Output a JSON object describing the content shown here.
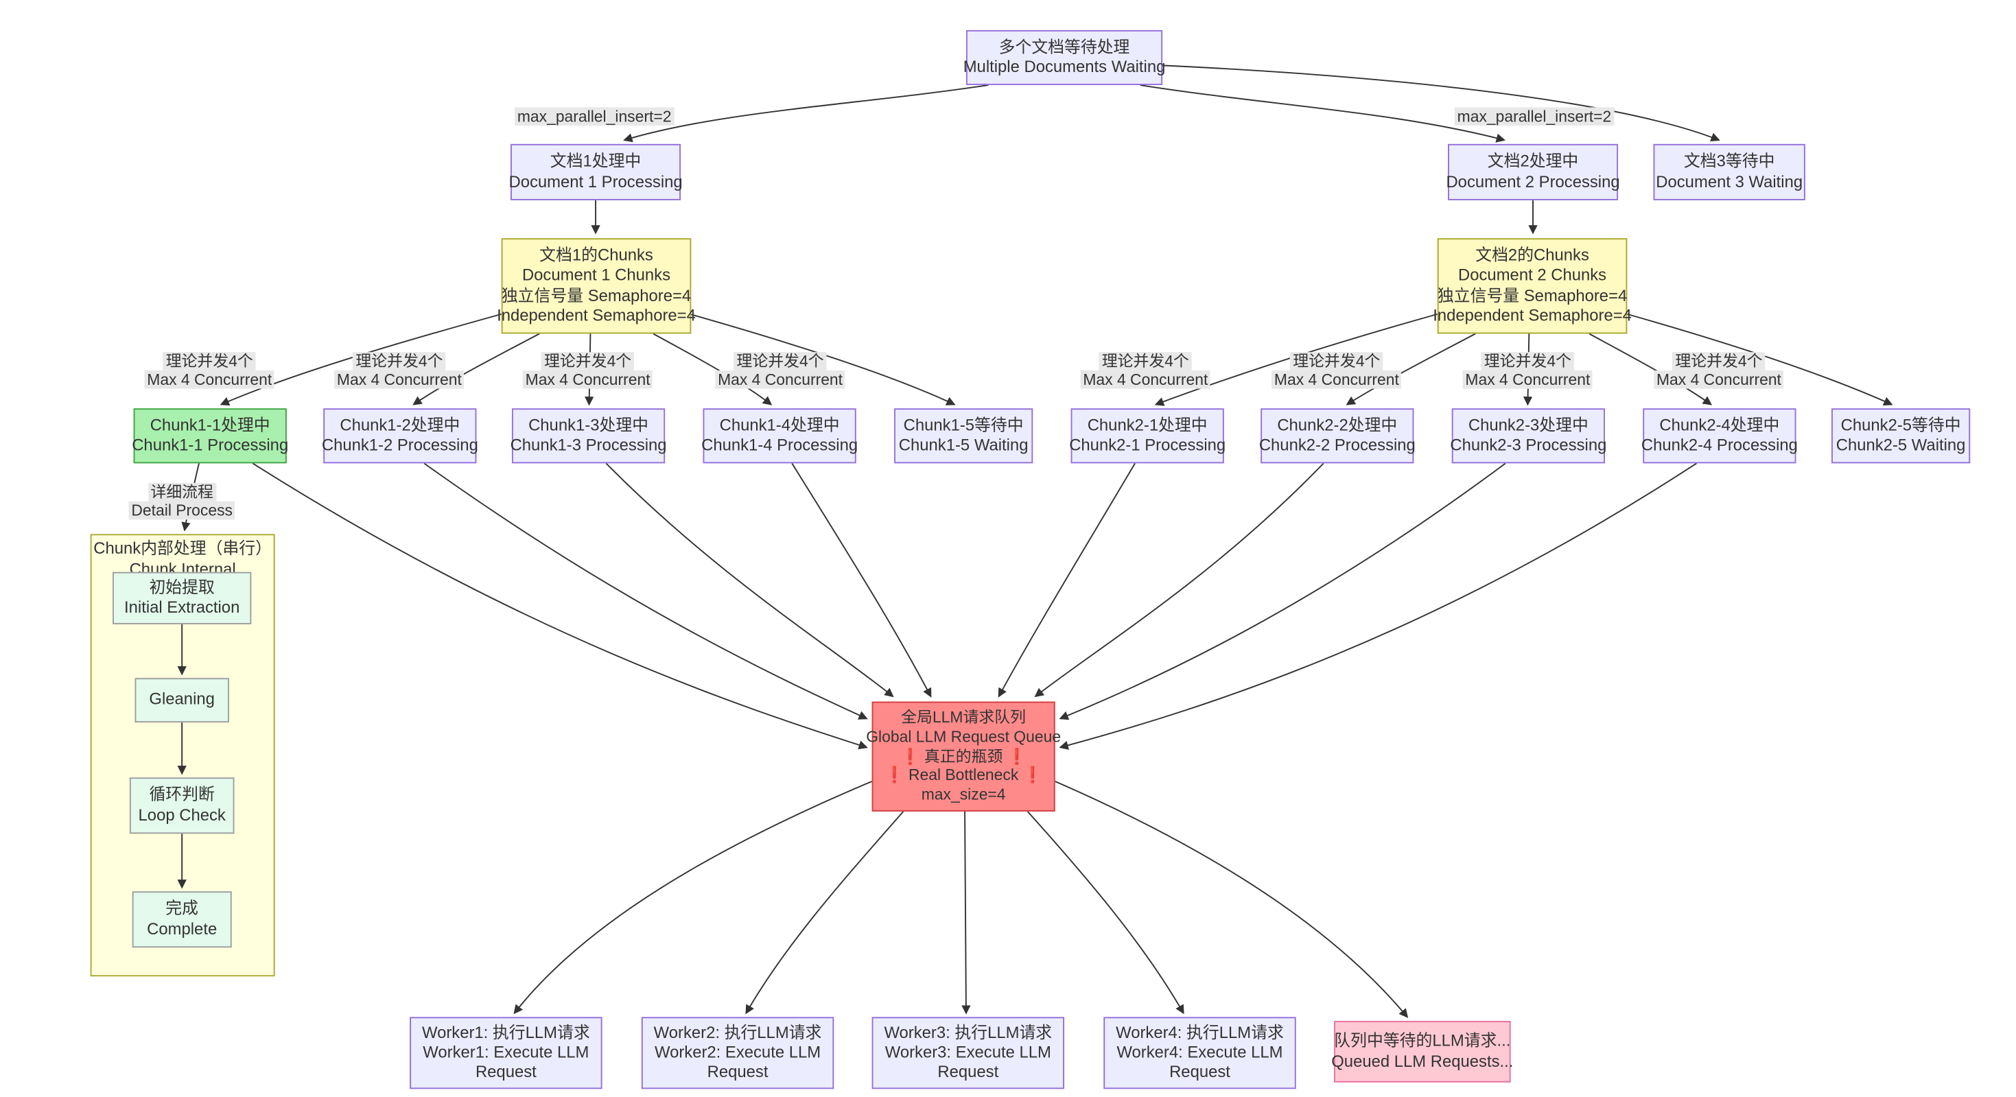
{
  "nodes": {
    "multi_docs": [
      "多个文档等待处理",
      "Multiple Documents Waiting"
    ],
    "doc1": [
      "文档1处理中",
      "Document 1 Processing"
    ],
    "doc2": [
      "文档2处理中",
      "Document 2 Processing"
    ],
    "doc3": [
      "文档3等待中",
      "Document 3 Waiting"
    ],
    "doc1_chunks": [
      "文档1的Chunks",
      "Document 1 Chunks",
      "独立信号量 Semaphore=4",
      "Independent Semaphore=4"
    ],
    "doc2_chunks": [
      "文档2的Chunks",
      "Document 2 Chunks",
      "独立信号量 Semaphore=4",
      "Independent Semaphore=4"
    ],
    "c11": [
      "Chunk1-1处理中",
      "Chunk1-1 Processing"
    ],
    "c12": [
      "Chunk1-2处理中",
      "Chunk1-2 Processing"
    ],
    "c13": [
      "Chunk1-3处理中",
      "Chunk1-3 Processing"
    ],
    "c14": [
      "Chunk1-4处理中",
      "Chunk1-4 Processing"
    ],
    "c15": [
      "Chunk1-5等待中",
      "Chunk1-5 Waiting"
    ],
    "c21": [
      "Chunk2-1处理中",
      "Chunk2-1 Processing"
    ],
    "c22": [
      "Chunk2-2处理中",
      "Chunk2-2 Processing"
    ],
    "c23": [
      "Chunk2-3处理中",
      "Chunk2-3 Processing"
    ],
    "c24": [
      "Chunk2-4处理中",
      "Chunk2-4 Processing"
    ],
    "c25": [
      "Chunk2-5等待中",
      "Chunk2-5 Waiting"
    ],
    "subgraph_title": [
      "Chunk内部处理（串行）",
      "Chunk Internal Processing"
    ],
    "extract": [
      "初始提取",
      "Initial Extraction"
    ],
    "gleaning": [
      "Gleaning"
    ],
    "loop": [
      "循环判断",
      "Loop Check"
    ],
    "complete": [
      "完成",
      "Complete"
    ],
    "queue": [
      "全局LLM请求队列",
      "Global LLM Request Queue",
      "❗ 真正的瓶颈 ❗",
      "❗ Real Bottleneck ❗",
      "max_size=4"
    ],
    "w1": [
      "Worker1: 执行LLM请求",
      "Worker1: Execute LLM",
      "Request"
    ],
    "w2": [
      "Worker2: 执行LLM请求",
      "Worker2: Execute LLM",
      "Request"
    ],
    "w3": [
      "Worker3: 执行LLM请求",
      "Worker3: Execute LLM",
      "Request"
    ],
    "w4": [
      "Worker4: 执行LLM请求",
      "Worker4: Execute LLM",
      "Request"
    ],
    "queued": [
      "队列中等待的LLM请求...",
      "Queued LLM Requests..."
    ]
  },
  "edge_labels": {
    "max_parallel": "max_parallel_insert=2",
    "concurrent": [
      "理论并发4个",
      "Max 4 Concurrent"
    ],
    "detail": [
      "详细流程",
      "Detail Process"
    ]
  },
  "colors": {
    "node_fill": "#ECECFF",
    "node_border": "#9370DB",
    "chunks_fill": "#FFF9C2",
    "active_chunk_fill": "#A9F0AE",
    "queue_fill": "#FF8A8A",
    "queued_fill": "#FFC9D4",
    "step_fill": "#E3FAEC",
    "subgraph_fill": "#FFFFDE",
    "edge_label_bg": "#E8E8E8",
    "edge_stroke": "#333333"
  }
}
